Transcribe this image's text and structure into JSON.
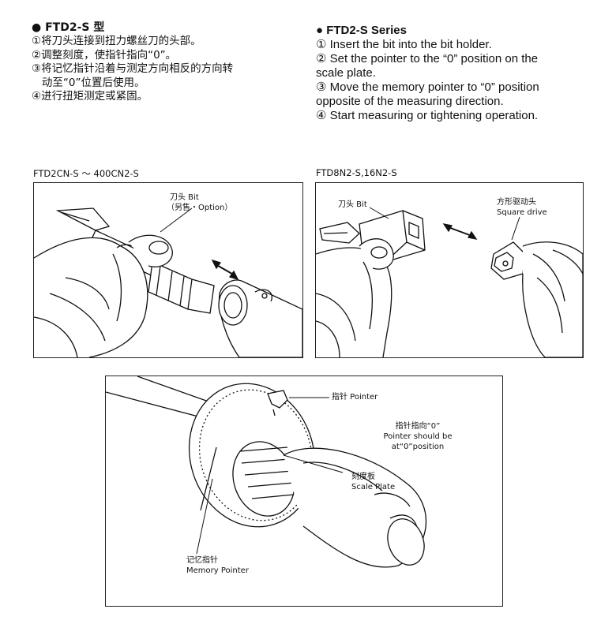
{
  "cn": {
    "title": "● FTD2-S 型",
    "steps": [
      "①将刀头连接到扭力螺丝刀的头部。",
      "②调整刻度，使指针指向“0”。",
      "③将记忆指针沿着与测定方向相反的方向转",
      "   动至“0”位置后使用。",
      "④进行扭矩测定或紧固。"
    ]
  },
  "en": {
    "title": "● FTD2-S Series",
    "steps": [
      "① Insert the bit into the bit holder.",
      "② Set the pointer to the “0” position on the",
      "scale plate.",
      "③ Move the memory pointer to “0” position",
      "opposite of the measuring direction.",
      "④ Start measuring or tightening operation."
    ]
  },
  "figure1": {
    "label": "FTD2CN-S ～ 400CN2-S",
    "bit_cn": "刀头 Bit",
    "bit_option": "（另售・Option）"
  },
  "figure2": {
    "label": "FTD8N2-S,16N2-S",
    "bit": "刀头 Bit",
    "square_cn": "方形驱动头",
    "square_en": "Square drive"
  },
  "figure3": {
    "pointer": "指针 Pointer",
    "pointer_to_zero_cn": "指针指向“0”",
    "pointer_to_zero_en1": "Pointer should be",
    "pointer_to_zero_en2": "at“0”position",
    "scale_cn": "刻度板",
    "scale_en": "Scale Plate",
    "memory_cn": "记忆指针",
    "memory_en": "Memory  Pointer"
  }
}
